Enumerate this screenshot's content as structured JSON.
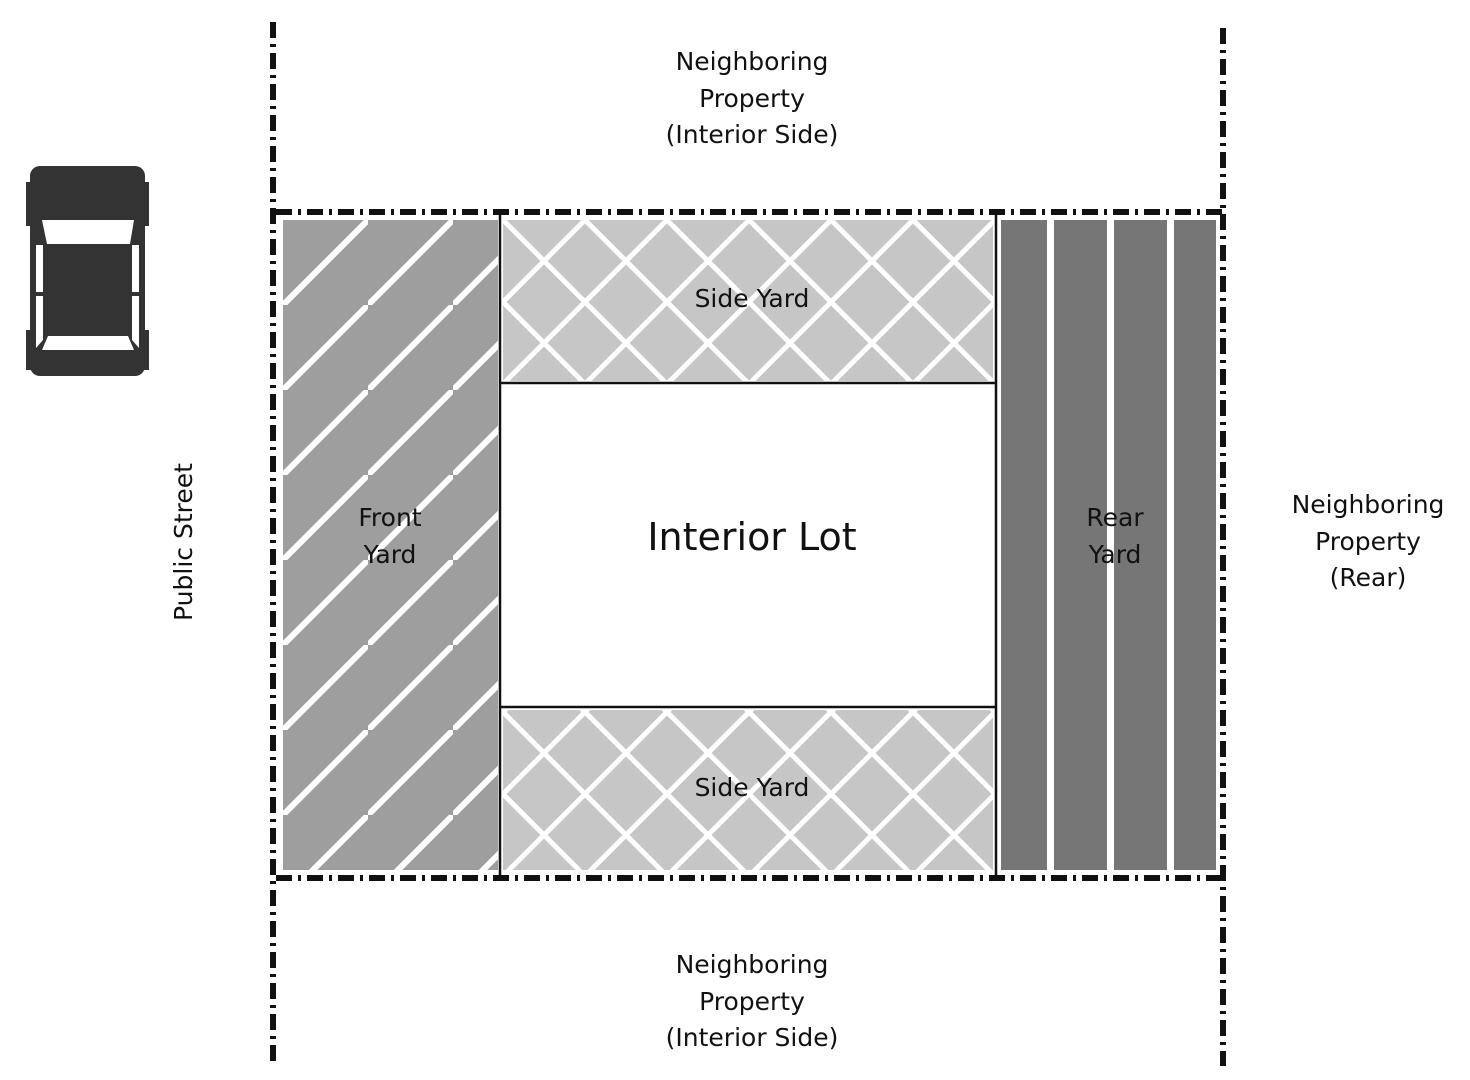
{
  "labels": {
    "top_neighbor": [
      "Neighboring",
      "Property",
      "(Interior Side)"
    ],
    "bottom_neighbor": [
      "Neighboring",
      "Property",
      "(Interior Side)"
    ],
    "rear_neighbor": [
      "Neighboring",
      "Property",
      "(Rear)"
    ],
    "street": "Public Street",
    "front_yard": [
      "Front",
      "Yard"
    ],
    "rear_yard": [
      "Rear",
      "Yard"
    ],
    "side_yard_top": "Side Yard",
    "side_yard_bottom": "Side Yard",
    "interior_lot": "Interior Lot"
  },
  "colors": {
    "front_yard": "#9e9e9e",
    "side_yard": "#c6c6c6",
    "rear_yard": "#767676",
    "car": "#333333",
    "boundary": "#111111"
  }
}
